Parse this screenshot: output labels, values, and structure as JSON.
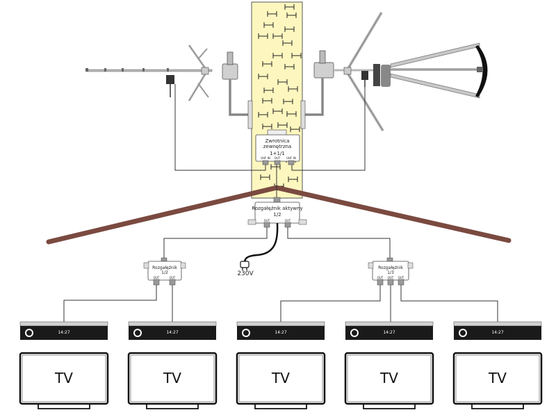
{
  "combiner": {
    "title_line1": "Zwrotnica",
    "title_line2": "zewnętrzna",
    "ratio": "1+1/1",
    "port_left": "VHF IN",
    "port_mid": "OUT",
    "port_right": "UHF IN"
  },
  "amp_splitter": {
    "title": "Rozgałęźnik aktywny",
    "ratio": "1/2",
    "out_left": "OUT",
    "out_right": "OUT"
  },
  "power": {
    "label": "230V"
  },
  "splitter_left": {
    "title": "Rozgałęźnik",
    "ratio": "1/2",
    "out_a": "OUT",
    "out_b": "OUT"
  },
  "splitter_right": {
    "title": "Rozgałęźnik",
    "ratio": "1/3",
    "out_a": "OUT",
    "out_b": "OUT",
    "out_c": "OUT"
  },
  "receivers": [
    {
      "clock": "14:27"
    },
    {
      "clock": "14:27"
    },
    {
      "clock": "14:27"
    },
    {
      "clock": "14:27"
    },
    {
      "clock": "14:27"
    }
  ],
  "tvs": [
    {
      "label": "TV"
    },
    {
      "label": "TV"
    },
    {
      "label": "TV"
    },
    {
      "label": "TV"
    },
    {
      "label": "TV"
    }
  ],
  "colors": {
    "chimney": "#fdf7bf",
    "roof": "#7a4a40",
    "antenna_metal": "#b8b8b8",
    "receiver_body": "#1a1a1a"
  }
}
